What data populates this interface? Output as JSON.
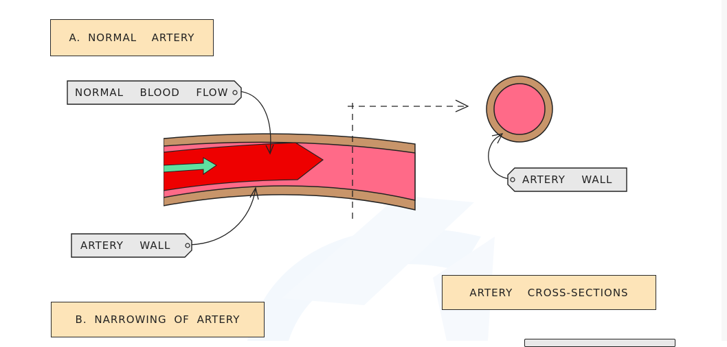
{
  "diagram": {
    "sections": {
      "normal_artery": "A. NORMAL  ARTERY",
      "narrowing": "B. NARROWING OF ARTERY",
      "cross_sections": "ARTERY  CROSS-SECTIONS"
    },
    "labels": {
      "normal_blood_flow": "NORMAL  BLOOD  FLOW",
      "artery_wall_longitudinal": "ARTERY  WALL",
      "artery_wall_cross_section": "ARTERY  WALL"
    },
    "colors": {
      "label_box_fill": "#fde4b8",
      "tag_fill": "#e8e8e8",
      "artery_wall": "#c8956a",
      "lumen": "#ff6a88",
      "blood": "#ee0000",
      "flow_arrow": "#5fe0a0",
      "outline": "#222222"
    }
  }
}
